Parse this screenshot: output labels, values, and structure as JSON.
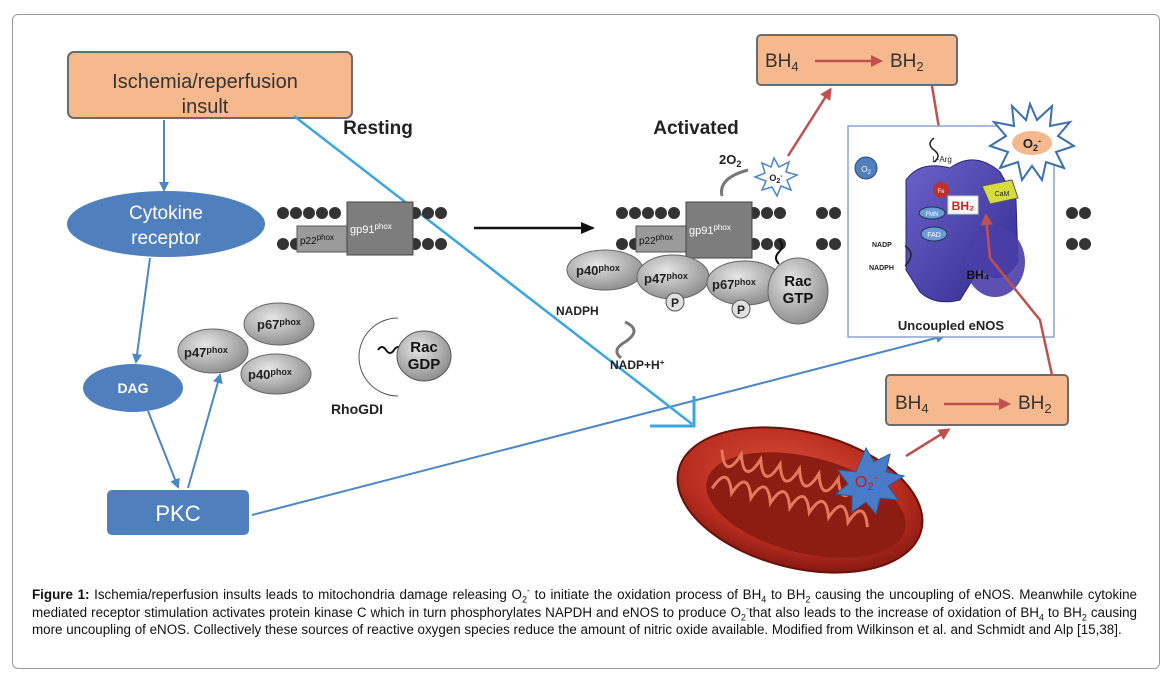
{
  "boxes": {
    "ischemia_line1": "Ischemia/reperfusion",
    "ischemia_line2": "insult",
    "bh_top_a": "BH",
    "bh_top_a_sub": "4",
    "bh_top_b": "BH",
    "bh_top_b_sub": "2",
    "bh_bottom_a": "BH",
    "bh_bottom_a_sub": "4",
    "bh_bottom_b": "BH",
    "bh_bottom_b_sub": "2",
    "pkc": "PKC"
  },
  "ellipses": {
    "cytokine_line1": "Cytokine",
    "cytokine_line2": "receptor",
    "dag": "DAG"
  },
  "states": {
    "resting": "Resting",
    "activated": "Activated"
  },
  "proteins": {
    "p22": "p22",
    "p22_sup": "phox",
    "gp91": "gp91",
    "gp91_sup": "phox",
    "p40": "p40",
    "p40_sup": "phox",
    "p47": "p47",
    "p47_sup": "phox",
    "p67": "p67",
    "p67_sup": "phox",
    "rac_gtp_line1": "Rac",
    "rac_gtp_line2": "GTP",
    "rac_gdp_line1": "Rac",
    "rac_gdp_line2": "GDP",
    "rhogdi": "RhoGDI",
    "phospho": "P"
  },
  "labels": {
    "nadph": "NADPH",
    "nadp_h": "NADP+H",
    "nadp_h_sup": "+",
    "two_o2": "2O",
    "two_o2_sub": "2",
    "o2_radical": "O",
    "o2_radical_sub": "2",
    "o2_radical_sup": "-",
    "uncoupled": "Uncoupled eNOS",
    "larg": "L-Arg",
    "fe": "Fe",
    "fmn": "FMN",
    "fad": "FAD",
    "cam": "CaM",
    "nadp": "NADP",
    "nadph_small": "NADPH",
    "bh2_inset": "BH₂",
    "bh4_inset": "BH₄"
  },
  "caption": {
    "label": "Figure 1:",
    "t1": " Ischemia/reperfusion insults leads to mitochondria damage releasing O",
    "t1_sub": "2",
    "t1_sup": "-",
    "t2": " to initiate the oxidation process of BH",
    "t2_sub": "4",
    "t3": " to BH",
    "t3_sub": "2",
    "t4": " causing the uncoupling of eNOS. Meanwhile cytokine mediated receptor stimulation activates protein kinase C which in turn phosphorylates NAPDH and eNOS to produce O",
    "t4_sub": "2",
    "t4_sup": "-",
    "t5": "that also leads to the increase of oxidation of BH",
    "t5_sub": "4",
    "t6": " to BH",
    "t6_sub": "2",
    "t7": " causing more uncoupling of eNOS. Collectively these sources of reactive oxygen species reduce the amount of nitric oxide available. Modified from Wilkinson et al. and Schmidt and Alp [15,38]."
  },
  "colors": {
    "orange_box": "#f6b98d",
    "blue_shape": "#4f80bd",
    "blue_arrow": "#4a86c8",
    "red_arrow": "#c0504d",
    "cyan_arrow": "#3aa6e0"
  }
}
